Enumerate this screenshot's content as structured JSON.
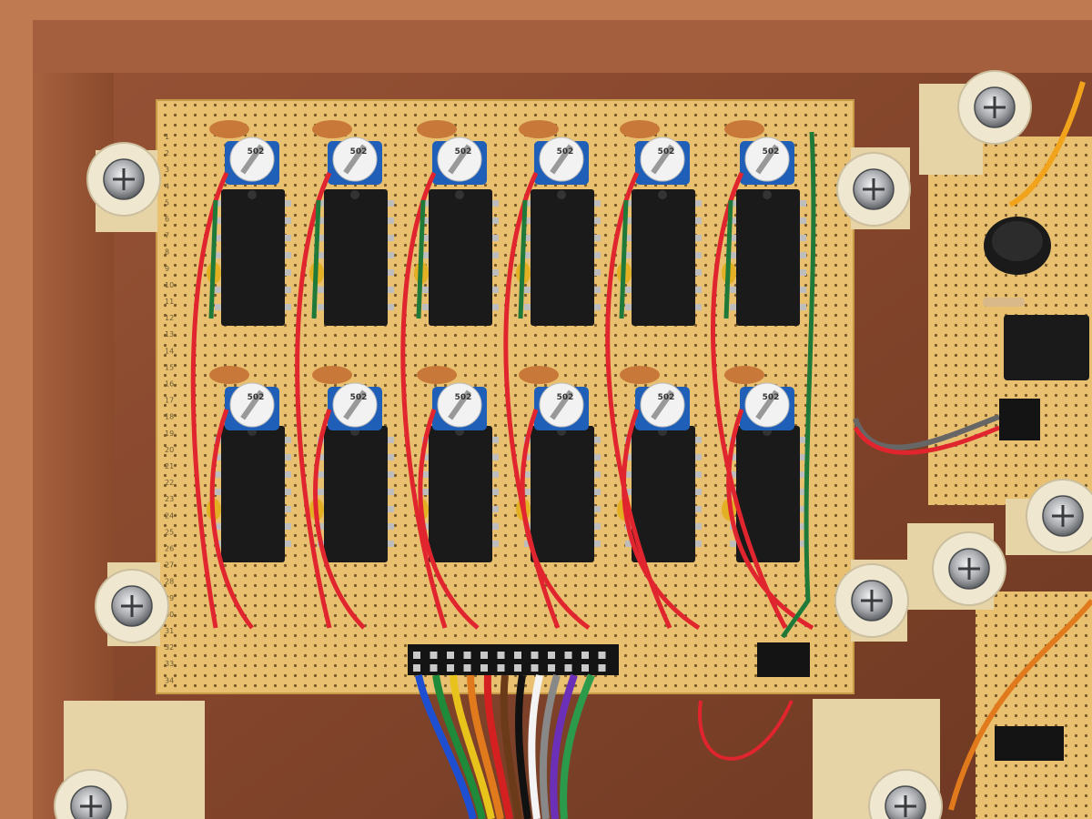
{
  "scene": {
    "subject": "stripboard-circuit-in-wooden-box",
    "pot_marking": "502",
    "chip_rows": 2,
    "chips_per_row": 6,
    "row_numbers": [
      "1",
      "2",
      "3",
      "4",
      "5",
      "6",
      "7",
      "8",
      "9",
      "10",
      "11",
      "12",
      "13",
      "14",
      "15",
      "16",
      "17",
      "18",
      "19",
      "20",
      "21",
      "22",
      "23",
      "24",
      "25",
      "26",
      "27",
      "28",
      "29",
      "30",
      "31",
      "32",
      "33",
      "34"
    ]
  },
  "colors": {
    "wood_dark": "#5a2e1c",
    "wood_mid": "#8a4a2c",
    "wood_light": "#b06a44",
    "board": "#e8c070",
    "chip": "#1a1a1a",
    "pot_body": "#1f5fb8",
    "pot_cap": "#f2f2f2",
    "wire_red": "#e0252e",
    "wire_green": "#1f7a3a",
    "cap_ceramic": "#c8793a",
    "cap_yellow": "#e2b022"
  },
  "ribbon_colors": [
    "#1d4fd0",
    "#1f8a3a",
    "#e8c31c",
    "#e07a1c",
    "#d42020",
    "#6b3a18",
    "#111111",
    "#f4f4f4",
    "#888888",
    "#6b2fb8",
    "#2b9a4a"
  ]
}
